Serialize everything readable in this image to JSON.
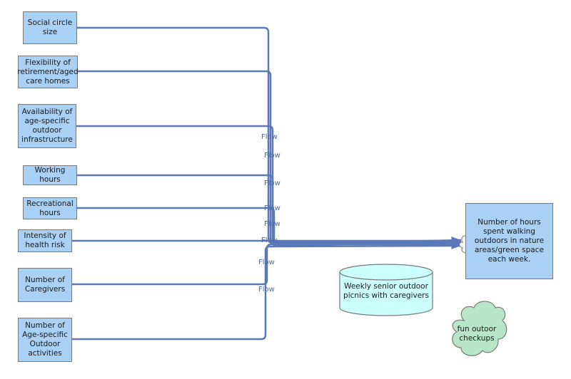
{
  "colors": {
    "node_fill": "#a9d0f5",
    "node_border": "#7a7a7a",
    "flow_line": "#5b78b8",
    "flow_label": "#4a6aa8",
    "cylinder_fill": "#ccffff",
    "cloud_fill": "#b8e6c8"
  },
  "sources": [
    {
      "id": "s1",
      "label": "Social circle size"
    },
    {
      "id": "s2",
      "label": "Flexibility of retirement/aged care homes"
    },
    {
      "id": "s3",
      "label": "Availability of age-specific outdoor infrastructure"
    },
    {
      "id": "s4",
      "label": "Working hours"
    },
    {
      "id": "s5",
      "label": "Recreational hours"
    },
    {
      "id": "s6",
      "label": "Intensity of health risk"
    },
    {
      "id": "s7",
      "label": "Number of Caregivers"
    },
    {
      "id": "s8",
      "label": "Number of Age-specific Outdoor activities"
    }
  ],
  "target": {
    "label": "Number of hours spent walking outdoors in nature areas/green space each week."
  },
  "cylinder": {
    "label": "Weekly senior outdoor picnics with caregivers"
  },
  "cloud": {
    "label": "fun outoor checkups"
  },
  "flow_label": "Flow",
  "flows": [
    "Flow",
    "Flow",
    "Flow",
    "Flow",
    "Flow",
    "Flow",
    "Flow",
    "Flow"
  ]
}
